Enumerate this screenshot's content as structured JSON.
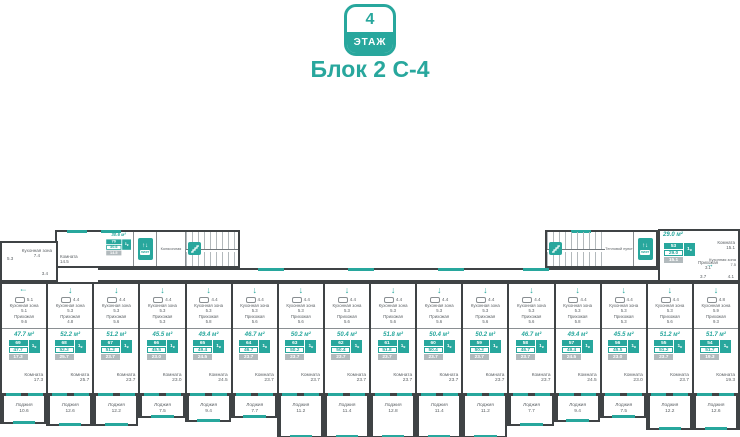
{
  "header": {
    "floor_number": "4",
    "floor_label": "ЭТАЖ",
    "block_title": "Блок 2 С-4"
  },
  "colors": {
    "accent": "#28a79d",
    "wall": "#3f4345",
    "badge_gray": "#b2babd"
  },
  "room_word": "Комната",
  "loggia_word": "Лоджия",
  "hall_word": "Прихожая",
  "kitchen_word": "Кухонная зона",
  "unit_type": {
    "num": "1",
    "sup": "к"
  },
  "left_wing": {
    "room": "14.5",
    "side_room": "Колясочная",
    "elevator_label": "ЛИФТ",
    "unit": {
      "title": "30.6 м²",
      "number": "70",
      "area": "30.6",
      "living": "14.5"
    }
  },
  "annex": {
    "bath": "5.3",
    "kitchen": "7.4",
    "small": "3.4"
  },
  "right_wing": {
    "side_room": "Тепловой пункт",
    "elevator_label": "ЛИФТ"
  },
  "unit53": {
    "title": "29.0 м²",
    "number": "53",
    "area": "29.0",
    "living": "15.1",
    "room": "15.1",
    "hall": "3.1",
    "kitchen": "7.5",
    "bath": "3.7",
    "extra": "4.1"
  },
  "units": [
    {
      "number": "69",
      "title": "47.7 м²",
      "area": "47.7",
      "living": "17.3",
      "room": "17.3",
      "loggia": "10.6",
      "hall": "9.6",
      "kitchen": "5.1",
      "bath": "5.1"
    },
    {
      "number": "68",
      "title": "52.2 м²",
      "area": "52.2",
      "living": "25.7",
      "room": "25.7",
      "loggia": "12.6",
      "hall": "4.8",
      "kitchen": "5.3",
      "bath": "4.4"
    },
    {
      "number": "67",
      "title": "51.2 м²",
      "area": "51.2",
      "living": "23.7",
      "room": "23.7",
      "loggia": "12.2",
      "hall": "5.6",
      "kitchen": "5.3",
      "bath": "4.4"
    },
    {
      "number": "66",
      "title": "45.5 м²",
      "area": "45.5",
      "living": "23.0",
      "room": "23.0",
      "loggia": "7.5",
      "hall": "5.3",
      "kitchen": "5.3",
      "bath": "4.4"
    },
    {
      "number": "65",
      "title": "49.4 м²",
      "area": "49.4",
      "living": "24.5",
      "room": "24.5",
      "loggia": "9.4",
      "hall": "5.8",
      "kitchen": "5.3",
      "bath": "4.4"
    },
    {
      "number": "64",
      "title": "46.7 м²",
      "area": "46.7",
      "living": "23.7",
      "room": "23.7",
      "loggia": "7.7",
      "hall": "5.6",
      "kitchen": "5.3",
      "bath": "4.4"
    },
    {
      "number": "63",
      "title": "50.2 м²",
      "area": "50.2",
      "living": "23.7",
      "room": "23.7",
      "loggia": "11.2",
      "hall": "5.6",
      "kitchen": "5.3",
      "bath": "4.4"
    },
    {
      "number": "62",
      "title": "50.4 м²",
      "area": "50.4",
      "living": "23.7",
      "room": "23.7",
      "loggia": "11.4",
      "hall": "5.6",
      "kitchen": "5.3",
      "bath": "4.4"
    },
    {
      "number": "61",
      "title": "51.8 м²",
      "area": "51.8",
      "living": "23.7",
      "room": "23.7",
      "loggia": "12.8",
      "hall": "5.6",
      "kitchen": "5.3",
      "bath": "4.4"
    },
    {
      "number": "60",
      "title": "50.4 м²",
      "area": "50.4",
      "living": "23.7",
      "room": "23.7",
      "loggia": "11.4",
      "hall": "5.6",
      "kitchen": "5.3",
      "bath": "4.4"
    },
    {
      "number": "59",
      "title": "50.2 м²",
      "area": "50.2",
      "living": "23.7",
      "room": "23.7",
      "loggia": "11.2",
      "hall": "5.6",
      "kitchen": "5.3",
      "bath": "4.4"
    },
    {
      "number": "58",
      "title": "46.7 м²",
      "area": "46.7",
      "living": "23.7",
      "room": "23.7",
      "loggia": "7.7",
      "hall": "5.6",
      "kitchen": "5.3",
      "bath": "4.4"
    },
    {
      "number": "57",
      "title": "49.4 м²",
      "area": "49.4",
      "living": "24.5",
      "room": "24.5",
      "loggia": "9.4",
      "hall": "5.8",
      "kitchen": "5.3",
      "bath": "4.4"
    },
    {
      "number": "56",
      "title": "45.5 м²",
      "area": "45.5",
      "living": "23.0",
      "room": "23.0",
      "loggia": "7.5",
      "hall": "5.3",
      "kitchen": "5.3",
      "bath": "4.4"
    },
    {
      "number": "55",
      "title": "51.2 м²",
      "area": "51.2",
      "living": "23.7",
      "room": "23.7",
      "loggia": "12.2",
      "hall": "5.6",
      "kitchen": "5.3",
      "bath": "4.4"
    },
    {
      "number": "54",
      "title": "51.7 м²",
      "area": "51.7",
      "living": "19.3",
      "room": "19.3",
      "loggia": "12.6",
      "hall": "9.3",
      "kitchen": "5.9",
      "bath": "4.8"
    }
  ]
}
